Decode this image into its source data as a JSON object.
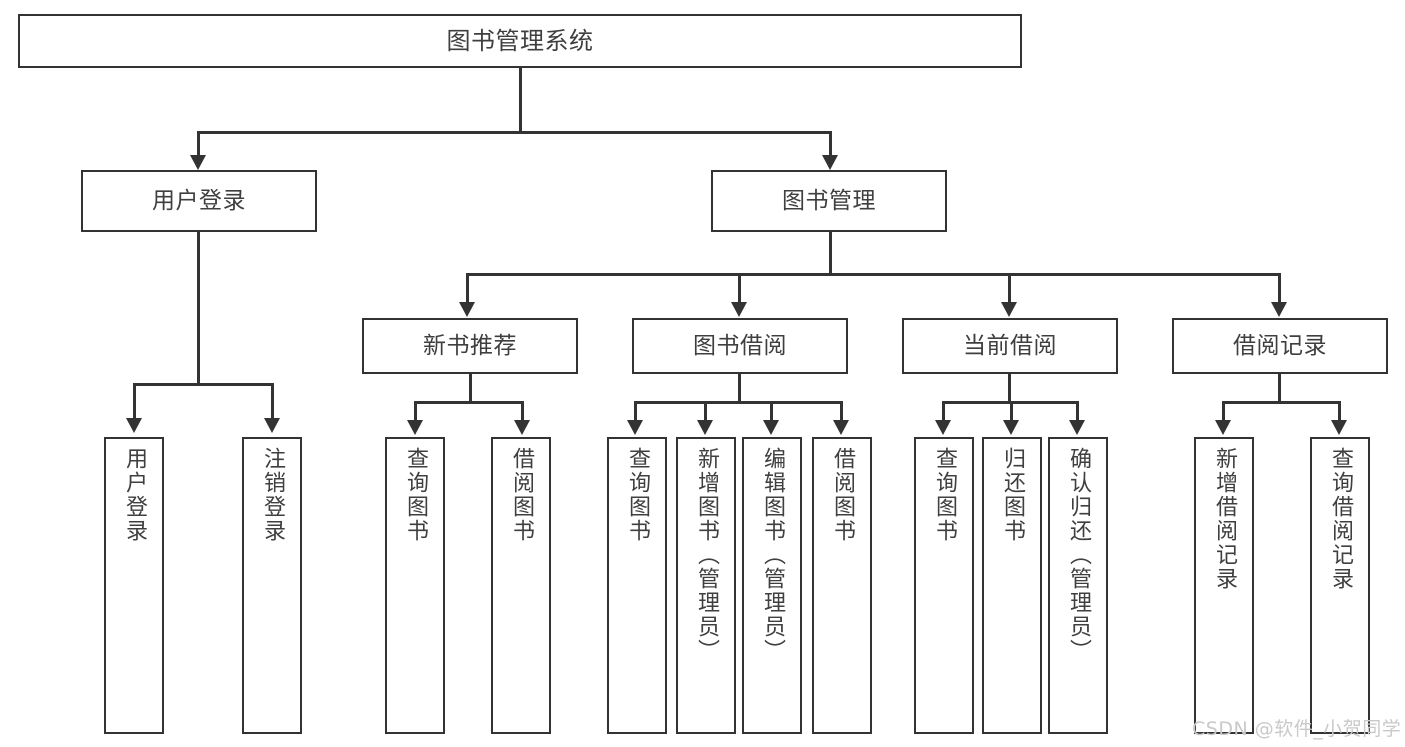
{
  "diagram": {
    "title": "图书管理系统",
    "type": "hierarchy-tree",
    "line_color": "#333333",
    "text_color": "#3f3f3f",
    "background": "#ffffff",
    "root": {
      "label": "图书管理系统"
    },
    "level2": [
      {
        "label": "用户登录"
      },
      {
        "label": "图书管理"
      }
    ],
    "level3": [
      {
        "label": "新书推荐"
      },
      {
        "label": "图书借阅"
      },
      {
        "label": "当前借阅"
      },
      {
        "label": "借阅记录"
      }
    ],
    "leaves": {
      "user_login": [
        {
          "label": "用户登录"
        },
        {
          "label": "注销登录"
        }
      ],
      "new_book_recommend": [
        {
          "label": "查询图书"
        },
        {
          "label": "借阅图书"
        }
      ],
      "book_borrow": [
        {
          "label": "查询图书"
        },
        {
          "label": "新增图书（管理员）"
        },
        {
          "label": "编辑图书（管理员）"
        },
        {
          "label": "借阅图书"
        }
      ],
      "current_borrow": [
        {
          "label": "查询图书"
        },
        {
          "label": "归还图书"
        },
        {
          "label": "确认归还（管理员）"
        }
      ],
      "borrow_record": [
        {
          "label": "新增借阅记录"
        },
        {
          "label": "查询借阅记录"
        }
      ]
    }
  },
  "watermark": {
    "text": "CSDN @软件_小贺同学"
  }
}
